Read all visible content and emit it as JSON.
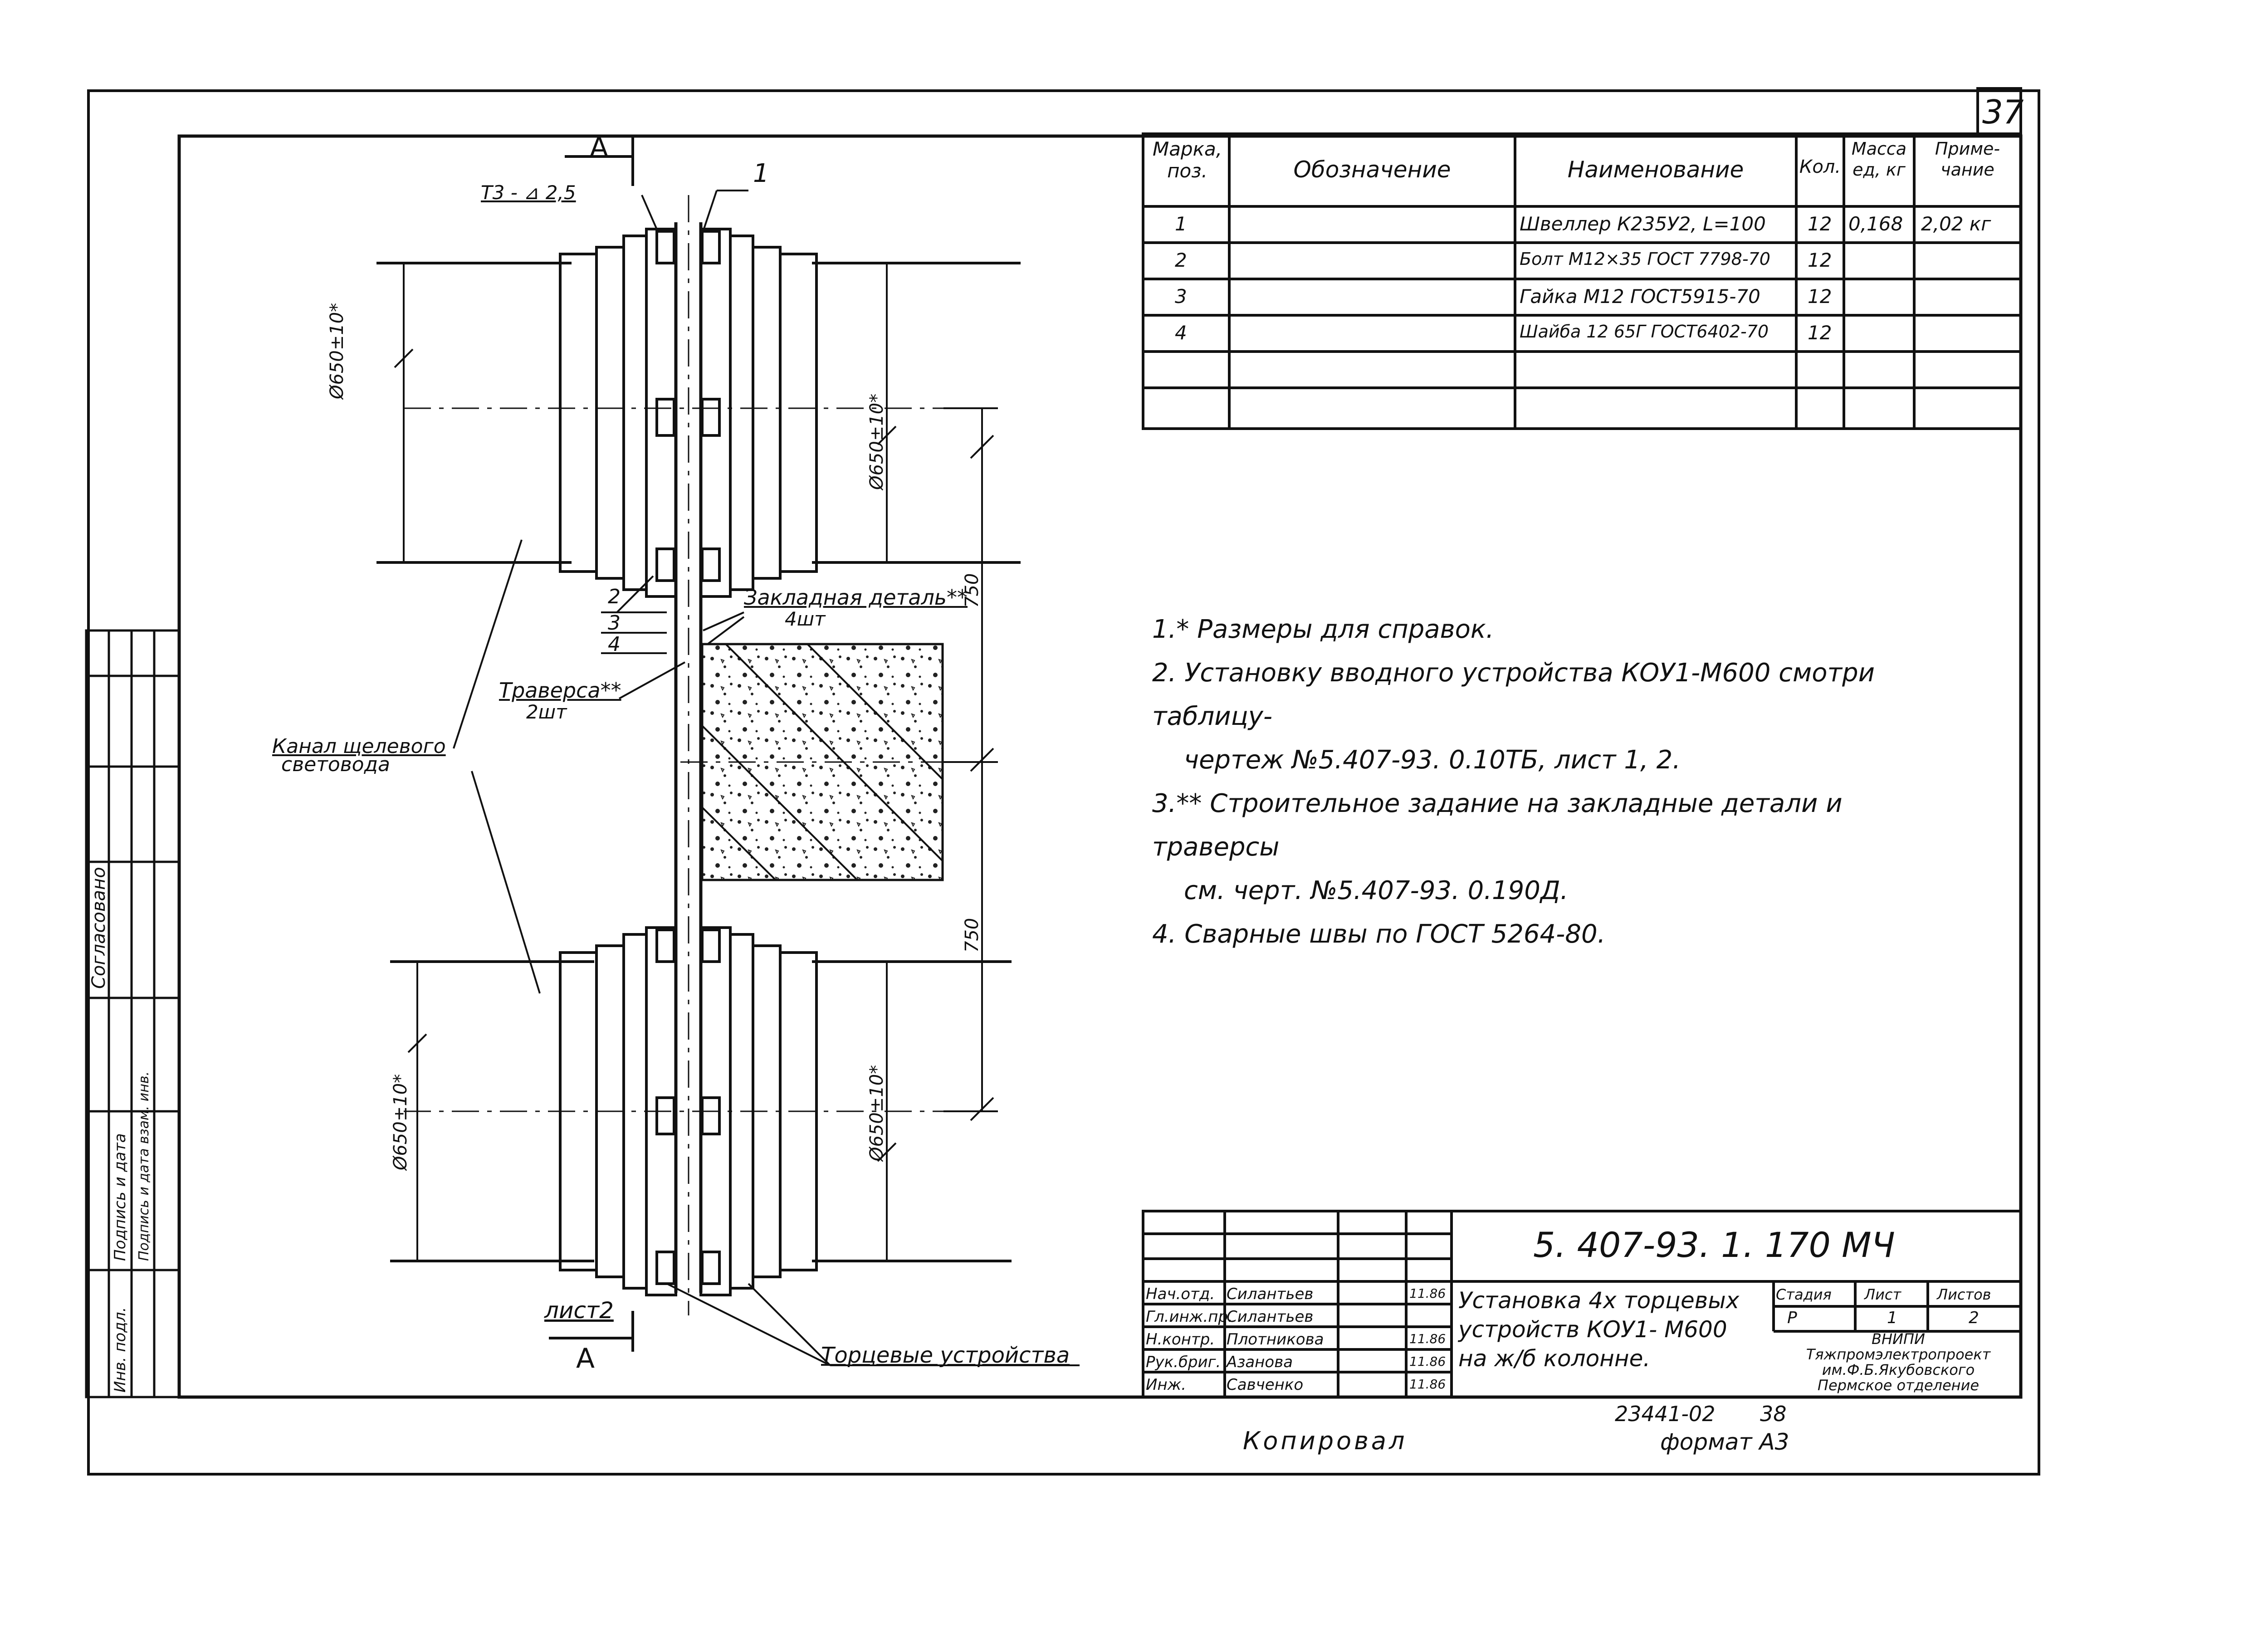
{
  "sheet_number": "37",
  "section_marks": {
    "top_label": "А",
    "bottom_label": "А",
    "bottom_sheet_ref": "лист2"
  },
  "weld_note": "Т3 - ⊿ 2,5",
  "leaders": {
    "pos1": "1",
    "pos2": "2",
    "pos3": "3",
    "pos4": "4",
    "embedded_part": "Закладная деталь**",
    "embedded_qty": "4шт",
    "traverse": "Траверса**",
    "traverse_qty": "2шт",
    "channel_line1": "Канал щелевого",
    "channel_line2": "световода",
    "end_devices": "Торцевые устройства"
  },
  "dimensions": {
    "diam_top_left": "Ø650±10*",
    "diam_top_right": "Ø650±10*",
    "diam_bot_left": "Ø650±10*",
    "diam_bot_right": "Ø650±10*",
    "spacing_top": "750",
    "spacing_bot": "750"
  },
  "spec_table": {
    "headers": {
      "mark": "Марка, поз.",
      "designation": "Обозначение",
      "name": "Наименование",
      "qty": "Кол.",
      "mass": "Масса ед, кг",
      "note": "Приме- чание"
    },
    "rows": [
      {
        "mark": "1",
        "designation": "",
        "name": "Швеллер К235У2, L=100",
        "qty": "12",
        "mass": "0,168",
        "note": "2,02 кг"
      },
      {
        "mark": "2",
        "designation": "",
        "name": "Болт М12×35 ГОСТ 7798-70",
        "qty": "12",
        "mass": "",
        "note": ""
      },
      {
        "mark": "3",
        "designation": "",
        "name": "Гайка М12 ГОСТ5915-70",
        "qty": "12",
        "mass": "",
        "note": ""
      },
      {
        "mark": "4",
        "designation": "",
        "name": "Шайба 12 65Г ГОСТ6402-70",
        "qty": "12",
        "mass": "",
        "note": ""
      }
    ]
  },
  "notes": [
    "1.* Размеры для справок.",
    "2. Установку вводного устройства КОУ1-М600 смотри таблицу-",
    "чертеж №5.407-93. 0.10ТБ, лист 1, 2.",
    "3.** Строительное задание на закладные детали и траверсы",
    "см. черт. №5.407-93. 0.190Д.",
    "4. Сварные швы по ГОСТ 5264-80."
  ],
  "left_stamp": {
    "agreed": "Согласовано",
    "signature_date": "Подпись и дата",
    "inv_orig": "Инв. подл.",
    "inv_sub": "Подпись и дата взам. инв."
  },
  "title_block": {
    "code": "5. 407-93. 1. 170 МЧ",
    "title_line1": "Установка 4х торцевых",
    "title_line2": "устройств КОУ1- М600",
    "title_line3": "на ж/б колонне.",
    "stage_header": "Стадия",
    "sheet_header": "Лист",
    "sheets_header": "Листов",
    "stage": "Р",
    "sheet": "1",
    "sheets": "2",
    "org_line1": "ВНИПИ",
    "org_line2": "Тяжпромэлектропроект",
    "org_line3": "им.Ф.Б.Якубовского",
    "org_line4": "Пермское отделение",
    "roles": [
      {
        "role": "Нач.отд.",
        "name": "Силантьев",
        "date": "11.86"
      },
      {
        "role": "Гл.инж.пр.",
        "name": "Силантьев",
        "date": ""
      },
      {
        "role": "Н.контр.",
        "name": "Плотникова",
        "date": "11.86"
      },
      {
        "role": "Рук.бриг.",
        "name": "Азанова",
        "date": "11.86"
      },
      {
        "role": "Инж.",
        "name": "Савченко",
        "date": "11.86"
      }
    ]
  },
  "footer": {
    "inventory": "23441-02",
    "page": "38",
    "copied": "Копировал",
    "format": "формат А3"
  }
}
